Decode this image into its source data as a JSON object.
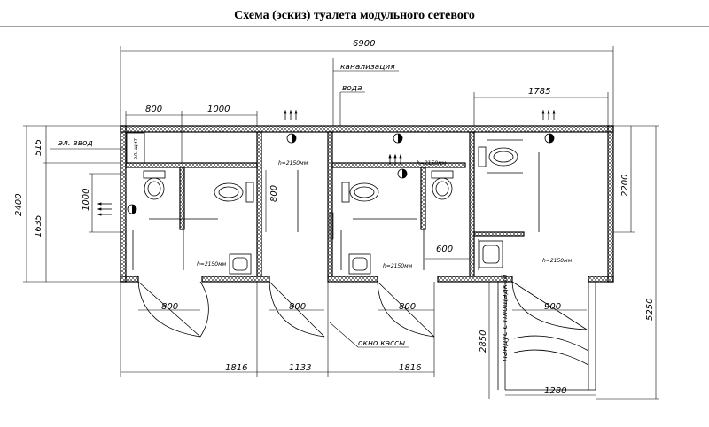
{
  "title": "Схема (эскиз) туалета модульного сетевого",
  "dims": {
    "total_width": "6900",
    "d800_top": "800",
    "d1000_top": "1000",
    "d1785": "1785",
    "d515": "515",
    "d2400": "2400",
    "d1635": "1635",
    "d1000_left": "1000",
    "d800_mid": "800",
    "d2200": "2200",
    "d5250": "5250",
    "d2850": "2850",
    "d600": "600",
    "door1": "800",
    "door2": "800",
    "door3": "800",
    "door4": "900",
    "bottom1": "1816",
    "bottom2": "1133",
    "bottom3": "1816",
    "bottom4": "1280"
  },
  "labels": {
    "sewer": "канализация",
    "water": "вода",
    "el_input": "эл. ввод",
    "el_panel": "эл. щит",
    "cash_window": "окно кассы",
    "ramp": "пандус с площадкой",
    "h1": "h=2150мм",
    "h2": "h=2150мм",
    "h3": "h=2150мм",
    "h4": "h=2150мм",
    "h5": "h=2150мм"
  }
}
